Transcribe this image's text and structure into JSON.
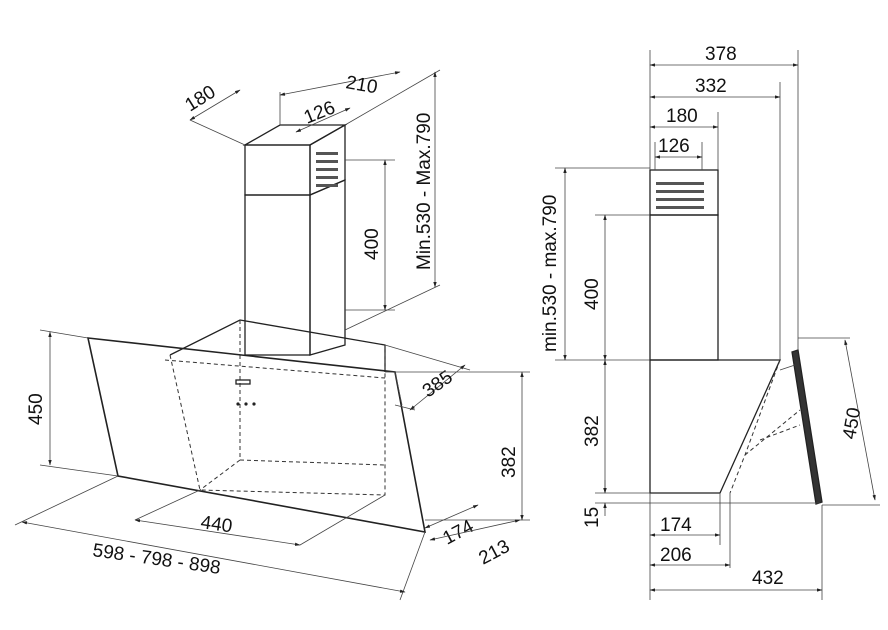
{
  "front_view": {
    "dim_top_depth": "210",
    "dim_chimney_width": "180",
    "dim_chimney_inner": "126",
    "dim_upper_chimney": "400",
    "dim_chimney_range": "Min.530 - Max.790",
    "dim_glass_height": "450",
    "dim_body_depth": "385",
    "dim_body_height": "382",
    "dim_body_width": "440",
    "dim_total_width": "598 - 798 - 898",
    "dim_bottom_depth": "174",
    "dim_total_depth": "213"
  },
  "side_view": {
    "dim_total_depth": "378",
    "dim_depth_2": "332",
    "dim_chimney_width": "180",
    "dim_chimney_inner": "126",
    "dim_chimney_range": "min.530 - max.790",
    "dim_upper_chimney": "400",
    "dim_body_height": "382",
    "dim_glass_height": "450",
    "dim_bottom_gap": "15",
    "dim_bottom_174": "174",
    "dim_bottom_206": "206",
    "dim_bottom_432": "432"
  }
}
